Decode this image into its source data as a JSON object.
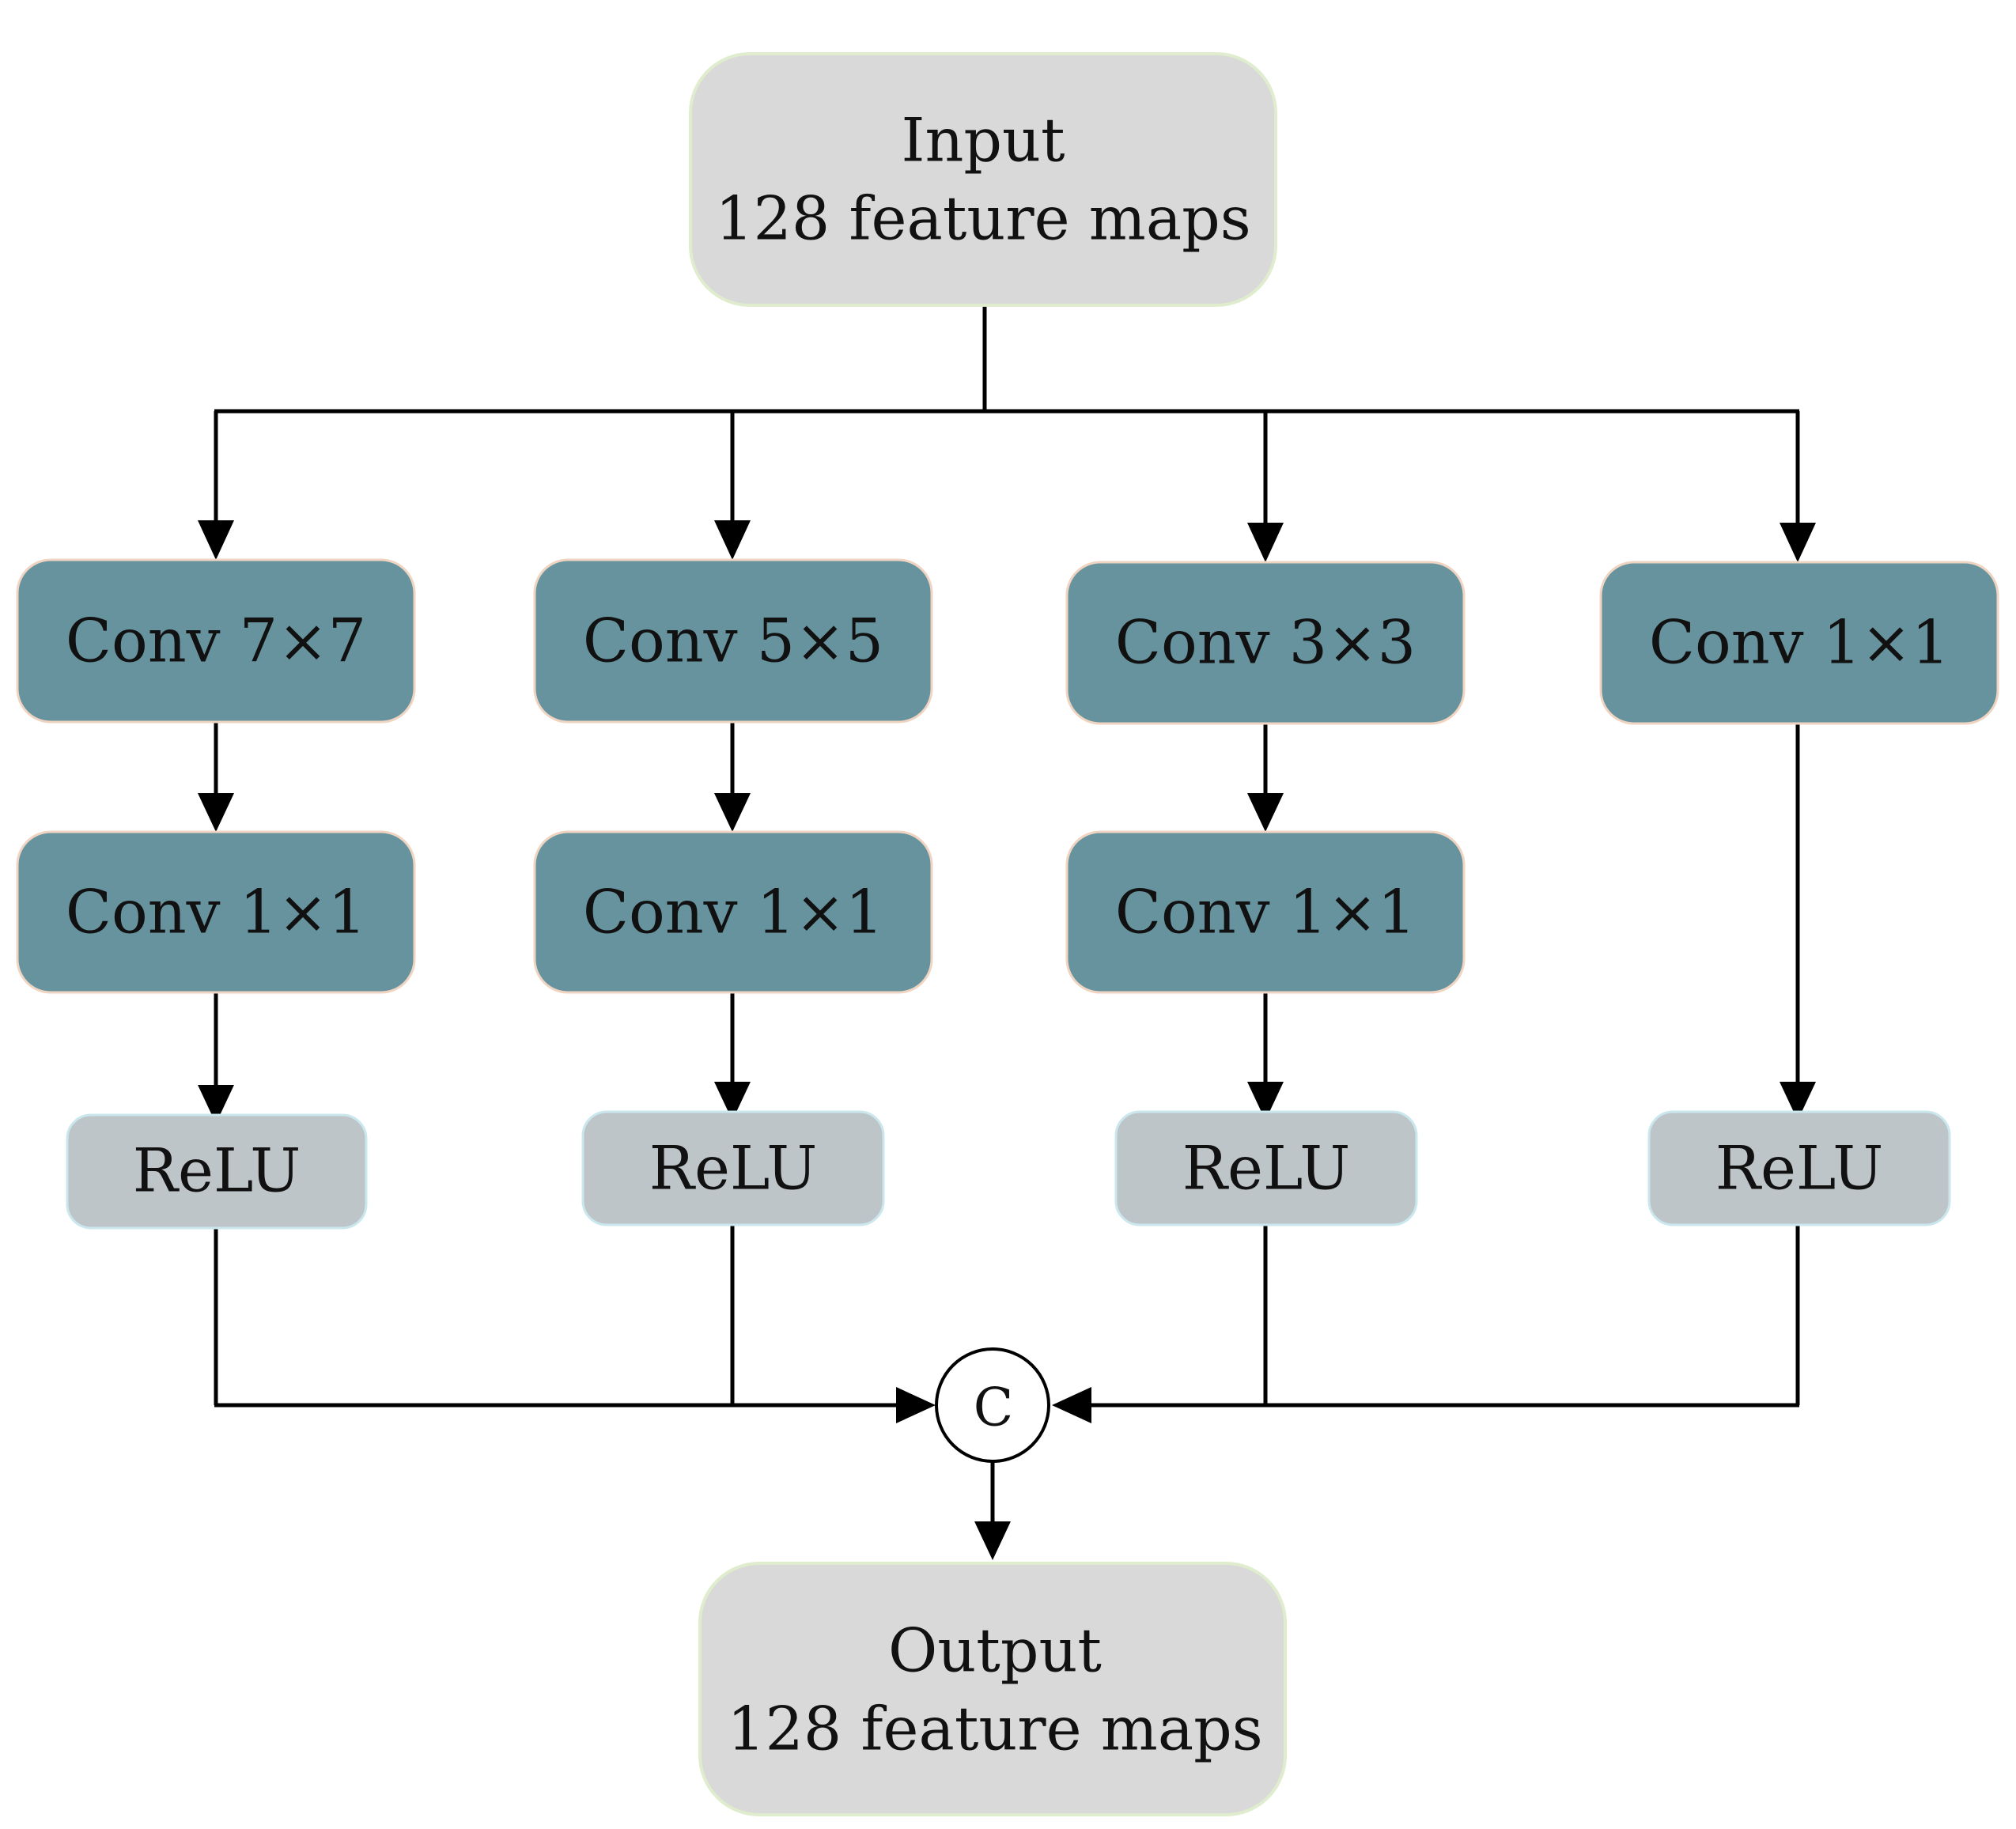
{
  "colors": {
    "io_fill": "#d9d9d9",
    "io_border": "#dfeccd",
    "conv_fill": "#67939f",
    "conv_border": "#f0d4c2",
    "relu_fill": "#bec5c9",
    "relu_border": "#cbe7ee",
    "edge": "#000000",
    "text": "#111111"
  },
  "nodes": {
    "input": {
      "line1": "Input",
      "line2": "128 feature maps"
    },
    "output": {
      "line1": "Output",
      "line2": "128 feature maps"
    },
    "concat": {
      "label": "C"
    },
    "branches": [
      {
        "convs": [
          "Conv 7×7",
          "Conv 1×1"
        ],
        "activation": "ReLU"
      },
      {
        "convs": [
          "Conv 5×5",
          "Conv 1×1"
        ],
        "activation": "ReLU"
      },
      {
        "convs": [
          "Conv 3×3",
          "Conv 1×1"
        ],
        "activation": "ReLU"
      },
      {
        "convs": [
          "Conv 1×1"
        ],
        "activation": "ReLU"
      }
    ]
  },
  "edges": [
    {
      "from": "input",
      "to": "branches.0.convs.0"
    },
    {
      "from": "input",
      "to": "branches.1.convs.0"
    },
    {
      "from": "input",
      "to": "branches.2.convs.0"
    },
    {
      "from": "input",
      "to": "branches.3.convs.0"
    },
    {
      "from": "branches.0.convs.0",
      "to": "branches.0.convs.1"
    },
    {
      "from": "branches.1.convs.0",
      "to": "branches.1.convs.1"
    },
    {
      "from": "branches.2.convs.0",
      "to": "branches.2.convs.1"
    },
    {
      "from": "branches.0.convs.1",
      "to": "branches.0.activation"
    },
    {
      "from": "branches.1.convs.1",
      "to": "branches.1.activation"
    },
    {
      "from": "branches.2.convs.1",
      "to": "branches.2.activation"
    },
    {
      "from": "branches.3.convs.0",
      "to": "branches.3.activation"
    },
    {
      "from": "branches.0.activation",
      "to": "concat"
    },
    {
      "from": "branches.1.activation",
      "to": "concat"
    },
    {
      "from": "branches.2.activation",
      "to": "concat"
    },
    {
      "from": "branches.3.activation",
      "to": "concat"
    },
    {
      "from": "concat",
      "to": "output"
    }
  ]
}
